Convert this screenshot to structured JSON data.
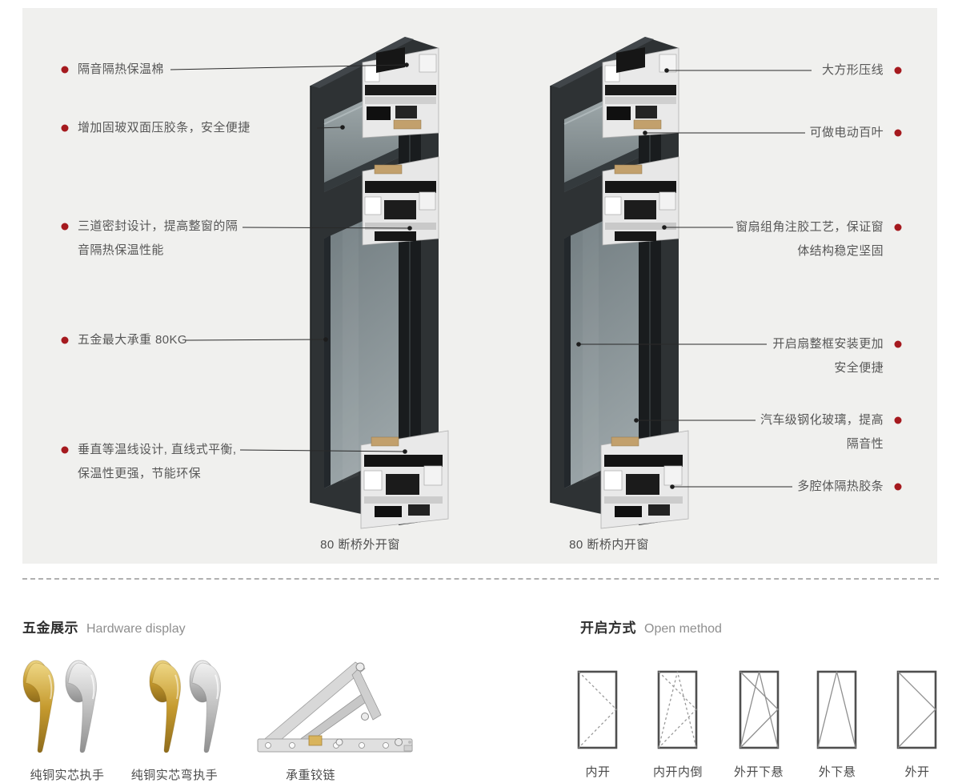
{
  "panel": {
    "left_window": {
      "caption": "80 断桥外开窗",
      "callouts": [
        {
          "lines": [
            "隔音隔热保温棉"
          ]
        },
        {
          "lines": [
            "增加固玻双面压胶条，安全便捷"
          ]
        },
        {
          "lines": [
            "三道密封设计，提高整窗的隔",
            "音隔热保温性能"
          ]
        },
        {
          "lines": [
            "五金最大承重 80KG"
          ]
        },
        {
          "lines": [
            "垂直等温线设计, 直线式平衡,",
            "保温性更强，节能环保"
          ]
        }
      ]
    },
    "right_window": {
      "caption": "80 断桥内开窗",
      "callouts": [
        {
          "lines": [
            "大方形压线"
          ]
        },
        {
          "lines": [
            "可做电动百叶"
          ]
        },
        {
          "lines": [
            "窗扇组角注胶工艺，保证窗",
            "体结构稳定坚固"
          ]
        },
        {
          "lines": [
            "开启扇整框安装更加",
            "安全便捷"
          ]
        },
        {
          "lines": [
            "汽车级钢化玻璃，提高",
            "隔音性"
          ]
        },
        {
          "lines": [
            "多腔体隔热胶条"
          ]
        }
      ]
    }
  },
  "hardware": {
    "title_zh": "五金展示",
    "title_en": "Hardware display",
    "items": [
      {
        "label": "纯铜实芯执手"
      },
      {
        "label": "纯铜实芯弯执手"
      },
      {
        "label": "承重铰链"
      }
    ]
  },
  "open_method": {
    "title_zh": "开启方式",
    "title_en": "Open method",
    "items": [
      {
        "label": "内开"
      },
      {
        "label": "内开内倒"
      },
      {
        "label": "外开下悬"
      },
      {
        "label": "外下悬"
      },
      {
        "label": "外开"
      }
    ]
  },
  "colors": {
    "accent_red": "#a5191e",
    "panel_bg": "#f0f0ee",
    "callout_line": "#2a2a2a",
    "frame_dark": "#2e3234",
    "gold": "#c59a2e",
    "silver": "#c0c0c0"
  }
}
